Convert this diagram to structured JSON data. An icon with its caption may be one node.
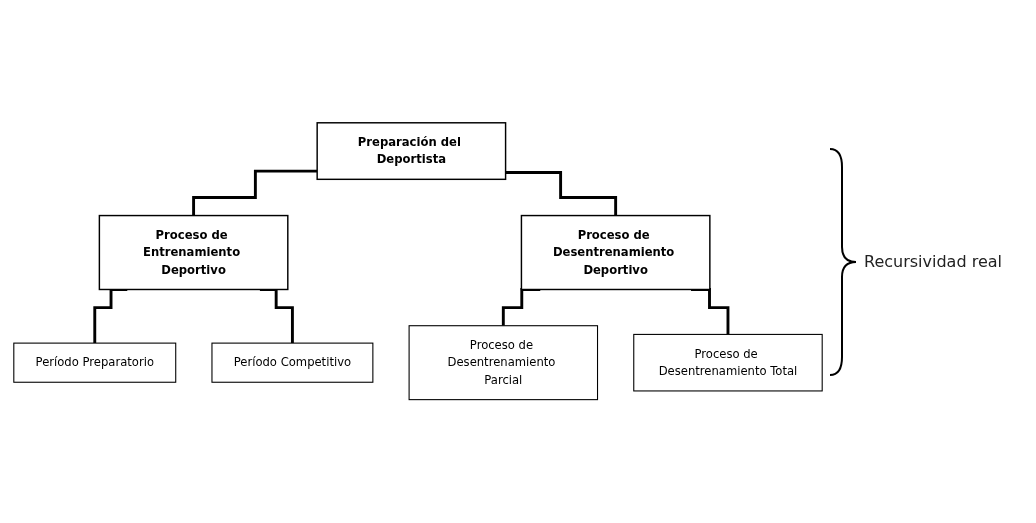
{
  "diagram": {
    "nodes": [
      {
        "text": [
          "Preparación del Deportista"
        ]
      },
      {
        "text": [
          "Proceso de Entrenamiento Deportivo"
        ]
      },
      {
        "text": [
          "Período Preparatorio"
        ]
      },
      {
        "text": [
          "Período Competitivo"
        ]
      },
      {
        "text": [
          "Proceso de Desentrenamiento Deportivo"
        ]
      },
      {
        "text": [
          "Proceso de Desentrenamiento Parcial"
        ]
      },
      {
        "text": [
          "Proceso de Desentrenamiento Total"
        ]
      }
    ],
    "edges": [
      {
        "from": 0,
        "to": 1,
        "arrow": "none"
      },
      {
        "from": 0,
        "to": 4,
        "arrow": "none"
      },
      {
        "from": 1,
        "to": 2,
        "arrow": "none"
      },
      {
        "from": 1,
        "to": 3,
        "arrow": "none"
      },
      {
        "from": 4,
        "to": 5,
        "arrow": "none"
      },
      {
        "from": 4,
        "to": 6,
        "arrow": "none"
      }
    ],
    "labels": [
      "Recursividad real"
    ]
  }
}
